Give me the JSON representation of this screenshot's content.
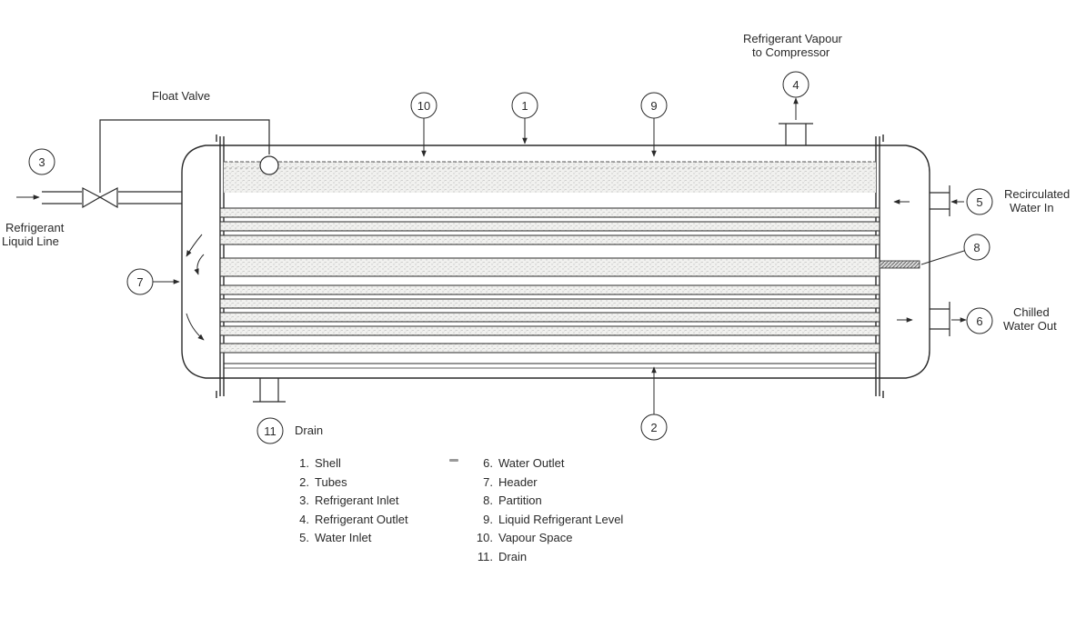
{
  "labels": {
    "float_valve": "Float Valve",
    "refrigerant_vapour_line1": "Refrigerant Vapour",
    "refrigerant_vapour_line2": "to Compressor",
    "refrigerant_liquid_line1": "Refrigerant",
    "refrigerant_liquid_line2": "Liquid Line",
    "recirculated_line1": "Recirculated",
    "recirculated_line2": "Water In",
    "chilled_line1": "Chilled",
    "chilled_line2": "Water Out",
    "drain": "Drain"
  },
  "callouts": {
    "c1": "1",
    "c2": "2",
    "c3": "3",
    "c4": "4",
    "c5": "5",
    "c6": "6",
    "c7": "7",
    "c8": "8",
    "c9": "9",
    "c10": "10",
    "c11": "11"
  },
  "legend": {
    "col1": [
      {
        "num": "1.",
        "text": "Shell"
      },
      {
        "num": "2.",
        "text": "Tubes"
      },
      {
        "num": "3.",
        "text": "Refrigerant Inlet"
      },
      {
        "num": "4.",
        "text": "Refrigerant Outlet"
      },
      {
        "num": "5.",
        "text": "Water Inlet"
      }
    ],
    "col2": [
      {
        "num": "6.",
        "text": "Water Outlet"
      },
      {
        "num": "7.",
        "text": "Header"
      },
      {
        "num": "8.",
        "text": "Partition"
      },
      {
        "num": "9.",
        "text": "Liquid Refrigerant Level"
      },
      {
        "num": "10.",
        "text": "Vapour Space"
      },
      {
        "num": "11.",
        "text": "Drain"
      }
    ]
  },
  "colors": {
    "line": "#2a2a2a",
    "tube_fill": "#eeeeec",
    "stipple": "#9a9a9a"
  }
}
